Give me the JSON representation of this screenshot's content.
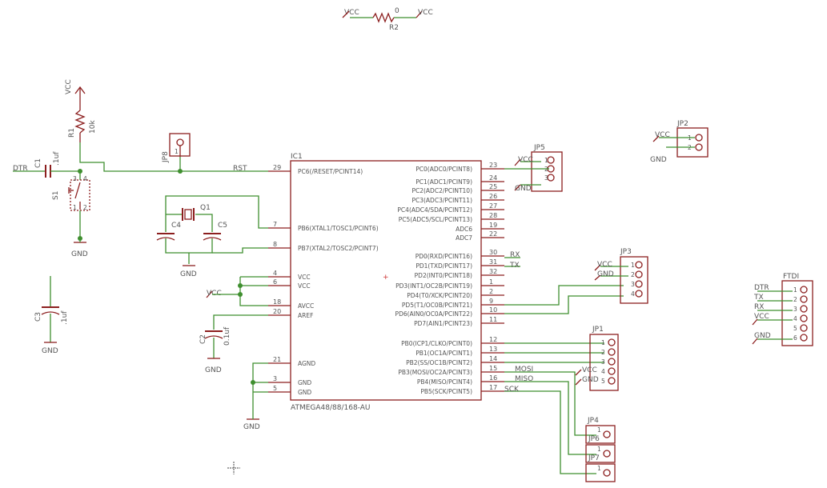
{
  "r2": {
    "vcc_left": "VCC",
    "vcc_right": "VCC",
    "value": "0",
    "name": "R2"
  },
  "r1": {
    "vcc": "VCC",
    "name": "R1",
    "value": "10k"
  },
  "c1": {
    "name": "C1",
    "value": ".1uf",
    "net": "DTR"
  },
  "s1": {
    "name": "S1",
    "p1": "1",
    "p2": "2",
    "p3": "3",
    "p4": "4",
    "gnd": "GND"
  },
  "jp8": {
    "name": "JP8",
    "pin": "1"
  },
  "rst": "RST",
  "crystal": {
    "name": "Q1",
    "c4": "C4",
    "c5": "C5",
    "gnd": "GND"
  },
  "c3": {
    "name": "C3",
    "value": ".1uf",
    "gnd": "GND"
  },
  "c2": {
    "name": "C2",
    "value": "0.1uf",
    "gnd": "GND"
  },
  "vcc_net": "VCC",
  "agnd_gnd": "GND",
  "ic1": {
    "name": "IC1",
    "part": "ATMEGA48/88/168-AU",
    "left_pins": [
      {
        "num": "29",
        "label": "PC6(/RESET/PCINT14)"
      },
      {
        "num": "7",
        "label": "PB6(XTAL1/TOSC1/PCINT6)"
      },
      {
        "num": "8",
        "label": "PB7(XTAL2/TOSC2/PCINT7)"
      },
      {
        "num": "4",
        "label": "VCC"
      },
      {
        "num": "6",
        "label": "VCC"
      },
      {
        "num": "18",
        "label": "AVCC"
      },
      {
        "num": "20",
        "label": "AREF"
      },
      {
        "num": "21",
        "label": "AGND"
      },
      {
        "num": "3",
        "label": "GND"
      },
      {
        "num": "5",
        "label": "GND"
      }
    ],
    "right_pins": [
      {
        "num": "23",
        "label": "PC0(ADC0/PCINT8)"
      },
      {
        "num": "24",
        "label": "PC1(ADC1/PCINT9)"
      },
      {
        "num": "25",
        "label": "PC2(ADC2/PCINT10)"
      },
      {
        "num": "26",
        "label": "PC3(ADC3/PCINT11)"
      },
      {
        "num": "27",
        "label": "PC4(ADC4/SDA/PCINT12)"
      },
      {
        "num": "28",
        "label": "PC5(ADC5/SCL/PCINT13)"
      },
      {
        "num": "19",
        "label": "ADC6"
      },
      {
        "num": "22",
        "label": "ADC7"
      },
      {
        "num": "30",
        "label": "PD0(RXD/PCINT16)"
      },
      {
        "num": "31",
        "label": "PD1(TXD/PCINT17)"
      },
      {
        "num": "32",
        "label": "PD2(INT0/PCINT18)"
      },
      {
        "num": "1",
        "label": "PD3(INT1/OC2B/PCINT19)"
      },
      {
        "num": "2",
        "label": "PD4(T0/XCK/PCINT20)"
      },
      {
        "num": "9",
        "label": "PD5(T1/OC0B/PCINT21)"
      },
      {
        "num": "10",
        "label": "PD6(AIN0/OC0A/PCINT22)"
      },
      {
        "num": "11",
        "label": "PD7(AIN1/PCINT23)"
      },
      {
        "num": "12",
        "label": "PB0(ICP1/CLKO/PCINT0)"
      },
      {
        "num": "13",
        "label": "PB1(OC1A/PCINT1)"
      },
      {
        "num": "14",
        "label": "PB2(SS/OC1B/PCINT2)"
      },
      {
        "num": "15",
        "label": "PB3(MOSI/OC2A/PCINT3)"
      },
      {
        "num": "16",
        "label": "PB4(MISO/PCINT4)"
      },
      {
        "num": "17",
        "label": "PB5(SCK/PCINT5)"
      }
    ]
  },
  "nets": {
    "rx": "RX",
    "tx": "TX",
    "mosi": "MOSI",
    "miso": "MISO",
    "sck": "SCK"
  },
  "jp5": {
    "name": "JP5",
    "vcc": "VCC",
    "gnd": "GND",
    "pins": [
      "1",
      "2",
      "3"
    ]
  },
  "jp2": {
    "name": "JP2",
    "vcc": "VCC",
    "gnd": "GND",
    "pins": [
      "1",
      "2"
    ]
  },
  "jp3": {
    "name": "JP3",
    "vcc": "VCC",
    "gnd": "GND",
    "pins": [
      "1",
      "2",
      "3",
      "4"
    ]
  },
  "jp1": {
    "name": "JP1",
    "vcc": "VCC",
    "gnd": "GND",
    "pins": [
      "1",
      "2",
      "3",
      "4",
      "5"
    ]
  },
  "jp4": {
    "name": "JP4",
    "pin": "1"
  },
  "jp6": {
    "name": "JP6",
    "pin": "1"
  },
  "jp7": {
    "name": "JP7",
    "pin": "1"
  },
  "ftdi": {
    "name": "FTDI",
    "labels": [
      "DTR",
      "TX",
      "RX",
      "VCC",
      "",
      "GND"
    ],
    "pins": [
      "1",
      "2",
      "3",
      "4",
      "5",
      "6"
    ]
  }
}
